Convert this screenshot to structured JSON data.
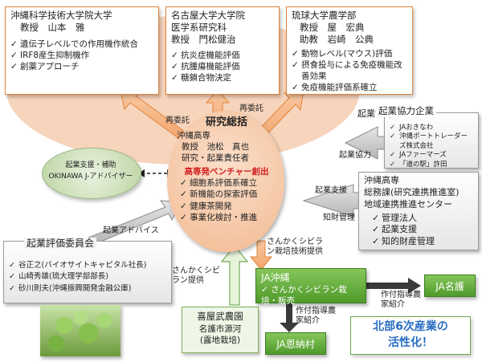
{
  "research_leader": {
    "title": "研究総括",
    "org": "沖縄高専",
    "person": "教授　池松　真也",
    "role": "研究・起業責任者",
    "venture": "高専発ベンチャー創出",
    "items": [
      "細胞系評価系確立",
      "新機能の探索評価",
      "健康茶開発",
      "事業化検討・推進"
    ]
  },
  "oist_box": {
    "org": "沖縄科学技術大学院大学",
    "person": "教授　山本　雅",
    "items": [
      "遺伝子レベルでの作用機作統合",
      "IRF8産生抑制機作",
      "創薬アプローチ"
    ]
  },
  "nagoya_box": {
    "org": "名古屋大学大学院",
    "dept": "医学系研究科",
    "person": "教授　門松健治",
    "items": [
      "抗炎症機能評価",
      "抗腫瘍機能評価",
      "糖鎖合物決定"
    ]
  },
  "ryukyu_box": {
    "org": "琉球大学農学部",
    "person1": "教授　屋　宏典",
    "person2": "助教　岩崎　公典",
    "items": [
      "動物レベル(マウス)評価",
      "摂食投与による免疫機能改善効果",
      "免疫機能評価系確立"
    ]
  },
  "coop_companies": {
    "title": "起業協力企業",
    "items": [
      "JAおきなわ",
      "沖縄ポートトレーダーズ株式会社",
      "JAファーマーズ",
      "「道の駅」許田"
    ]
  },
  "kosen_admin": {
    "line1": "沖縄高専",
    "line2": "総務課(研究連携推進室)",
    "line3": "地域連携推進センター",
    "items": [
      "管理法人",
      "起業支援",
      "知的財産管理"
    ]
  },
  "advisor_ellipse": {
    "line1": "起業支援・補助",
    "line2": "OKINAWA J-アドバイザー"
  },
  "eval_committee": {
    "title": "起業評価委員会",
    "items": [
      "谷正之(バイオサイトキャピタル社長)",
      "山崎秀雄(琉大理学部部長)",
      "砂川則夫(沖縄振興開発金融公庫)"
    ]
  },
  "farm_box": {
    "name": "喜屋武農園",
    "place": "名護市源河",
    "note": "(露地栽培)"
  },
  "ja_okinawa": {
    "title": "JA沖縄",
    "items": [
      "さんかくシビラン栽培・販売"
    ]
  },
  "ja_nago": "JA名護",
  "ja_onna": "JA恩納村",
  "slogan": {
    "line1": "北部6次産業の",
    "line2": "活性化！"
  },
  "arrow_labels": {
    "resub_left": "再委託",
    "resub_right": "再委託",
    "coop": "起業協力",
    "startup_support": "起業支援",
    "ip_mgmt": "知財管理",
    "advice": "起業アドバイス",
    "tech_provide": "さんかくシビラン栽培技術提供",
    "seedling": "さんかくシビラン提供",
    "guide1": "作付指導農家紹介",
    "guide2": "作付指導農家紹介"
  },
  "colors": {
    "accent_orange": "#e0843a",
    "peach_bg": "#f7d2b8",
    "green": "#4f9a2a",
    "slogan_blue": "#2a6fc2",
    "venture_red": "#d02020"
  }
}
